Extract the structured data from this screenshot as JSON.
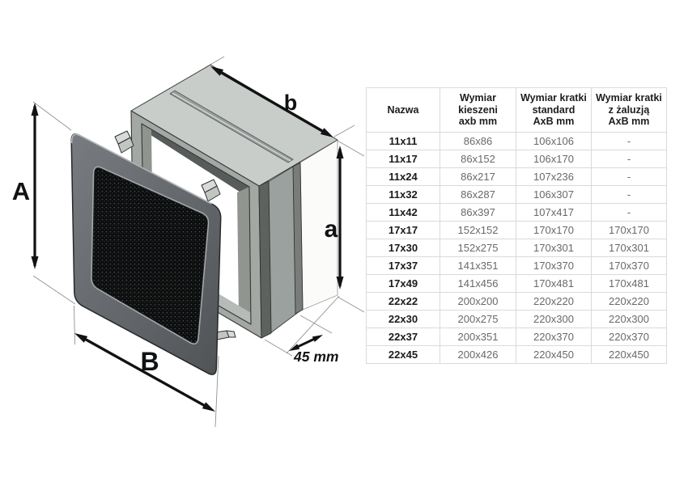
{
  "diagram": {
    "labels": {
      "grille_height": "A",
      "grille_width": "B",
      "pocket_width": "b",
      "pocket_height": "a",
      "pocket_depth": "45 mm"
    },
    "colors": {
      "dimension_lines": "#111213",
      "leader_lines": "#909294",
      "grille_frame_dark": "#606468",
      "grille_mesh_black": "#0c0d0d",
      "pocket_top_gray": "#c9cdca",
      "pocket_rim_gray": "#a4a8a5",
      "pocket_back_white": "#fbfbfa"
    }
  },
  "table": {
    "headers": [
      "Nazwa",
      "Wymiar\nkieszeni\naxb mm",
      "Wymiar kratki\nstandard\nAxB mm",
      "Wymiar kratki\nz żaluzją\nAxB mm"
    ],
    "rows": [
      {
        "name": "11x11",
        "pocket": "86x86",
        "standard": "106x106",
        "louver": "-"
      },
      {
        "name": "11x17",
        "pocket": "86x152",
        "standard": "106x170",
        "louver": "-"
      },
      {
        "name": "11x24",
        "pocket": "86x217",
        "standard": "107x236",
        "louver": "-"
      },
      {
        "name": "11x32",
        "pocket": "86x287",
        "standard": "106x307",
        "louver": "-"
      },
      {
        "name": "11x42",
        "pocket": "86x397",
        "standard": "107x417",
        "louver": "-"
      },
      {
        "name": "17x17",
        "pocket": "152x152",
        "standard": "170x170",
        "louver": "170x170"
      },
      {
        "name": "17x30",
        "pocket": "152x275",
        "standard": "170x301",
        "louver": "170x301"
      },
      {
        "name": "17x37",
        "pocket": "141x351",
        "standard": "170x370",
        "louver": "170x370"
      },
      {
        "name": "17x49",
        "pocket": "141x456",
        "standard": "170x481",
        "louver": "170x481"
      },
      {
        "name": "22x22",
        "pocket": "200x200",
        "standard": "220x220",
        "louver": "220x220"
      },
      {
        "name": "22x30",
        "pocket": "200x275",
        "standard": "220x300",
        "louver": "220x300"
      },
      {
        "name": "22x37",
        "pocket": "200x351",
        "standard": "220x370",
        "louver": "220x370"
      },
      {
        "name": "22x45",
        "pocket": "200x426",
        "standard": "220x450",
        "louver": "220x450"
      }
    ]
  }
}
